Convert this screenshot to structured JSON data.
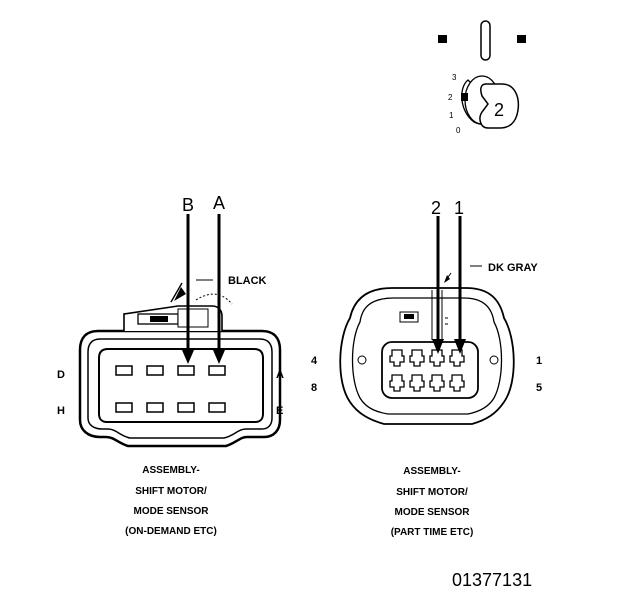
{
  "key_icon": {
    "positions": [
      "3",
      "2",
      "1",
      "0"
    ],
    "number": "2"
  },
  "left_connector": {
    "arrow_labels": [
      "B",
      "A"
    ],
    "wire_label": "BLACK",
    "pin_labels": {
      "top_left": "D",
      "bottom_left": "H",
      "top_right": "A",
      "bottom_right": "E"
    },
    "caption": [
      "ASSEMBLY-",
      "SHIFT MOTOR/",
      "MODE SENSOR",
      "(ON-DEMAND ETC)"
    ]
  },
  "right_connector": {
    "arrow_labels": [
      "2",
      "1"
    ],
    "wire_label": "DK GRAY",
    "pin_labels": {
      "top_left": "4",
      "bottom_left": "8",
      "top_right": "1",
      "bottom_right": "5"
    },
    "caption": [
      "ASSEMBLY-",
      "SHIFT MOTOR/",
      "MODE SENSOR",
      "(PART TIME ETC)"
    ]
  },
  "figure_number": "01377131"
}
